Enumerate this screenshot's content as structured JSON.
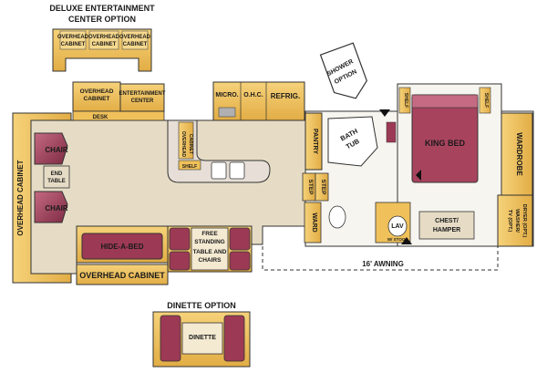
{
  "labels": {
    "deluxe_option_line1": "DELUXE ENTERTAINMENT",
    "deluxe_option_line2": "CENTER OPTION",
    "deluxe_overhead_left_line1": "OVERHEAD",
    "deluxe_overhead_left_line2": "CABINET",
    "deluxe_overhead_mid_line1": "OVERHEAD",
    "deluxe_overhead_mid_line2": "CABINET",
    "deluxe_overhead_right_line1": "OVERHEAD",
    "deluxe_overhead_right_line2": "CABINET",
    "overhead_cabinet_top_line1": "OVERHEAD",
    "overhead_cabinet_top_line2": "CABINET",
    "desk": "DESK",
    "entertainment_center_line1": "ENTERTAINMENT",
    "entertainment_center_line2": "CENTER",
    "micro": "MICRO.",
    "ohc": "O.H.C.",
    "refrig": "REFRIG.",
    "shower_option_line1": "SHOWER",
    "shower_option_line2": "OPTION",
    "pantry": "PANTRY",
    "bath_tub_line1": "BATH",
    "bath_tub_line2": "TUB",
    "shelf_left": "SHELF",
    "shelf_right": "SHELF",
    "king_bed": "KING BED",
    "wardrobe": "WARDROBE",
    "tv_washer_dryer_line1": "TV (OPT.)",
    "tv_washer_dryer_line2": "WASHER/",
    "tv_washer_dryer_line3": "DRYER (OPT.)",
    "chair_top": "CHAIR",
    "chair_bottom": "CHAIR",
    "end_table_line1": "END",
    "end_table_line2": "TABLE",
    "overhead_cabinet_left": "OVERHEAD CABINET",
    "overhead_cabinet_kitchen_line1": "OVERHEAD",
    "overhead_cabinet_kitchen_line2": "CABINET",
    "shelf_kitchen": "SHELF",
    "step_upper": "STEP",
    "step_lower": "STEP",
    "ward": "WARD",
    "lav": "LAV",
    "lav_sub": "W/ STOOL",
    "chest_hamper_line1": "CHEST/",
    "chest_hamper_line2": "HAMPER",
    "hide_a_bed": "HIDE-A-BED",
    "free_standing_line1": "FREE",
    "free_standing_line2": "STANDING",
    "free_standing_line3": "TABLE AND",
    "free_standing_line4": "CHAIRS",
    "awning": "16' AWNING",
    "overhead_cabinet_bottom": "OVERHEAD CABINET",
    "dinette_option": "DINETTE OPTION",
    "dinette": "DINETTE"
  },
  "colors": {
    "cabinet": "#f0c15a",
    "cabinet_dark": "#d8a23a",
    "floor": "#e6dcc6",
    "furniture": "#9c3a55",
    "furniture_light": "#c46a82",
    "bed": "#a8435e",
    "outline": "#333333"
  }
}
